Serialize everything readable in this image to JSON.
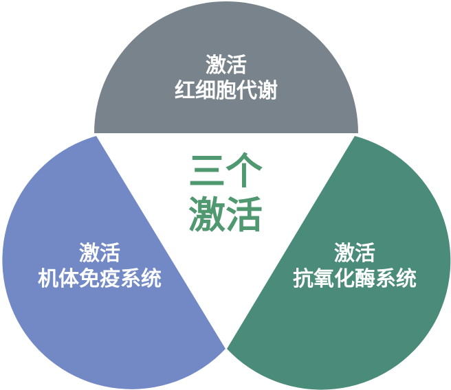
{
  "diagram": {
    "center_title": {
      "line1": "三个",
      "line2": "激活",
      "color": "#4f9870"
    },
    "segments": [
      {
        "id": "top",
        "line1": "激活",
        "line2": "红细胞代谢",
        "color": "#78838b"
      },
      {
        "id": "left",
        "line1": "激活",
        "line2": "机体免疫系统",
        "color": "#7289c6"
      },
      {
        "id": "right",
        "line1": "激活",
        "line2": "抗氧化酶系统",
        "color": "#4b8b7a"
      }
    ],
    "label_color": "#ffffff",
    "background": "#ffffff"
  }
}
